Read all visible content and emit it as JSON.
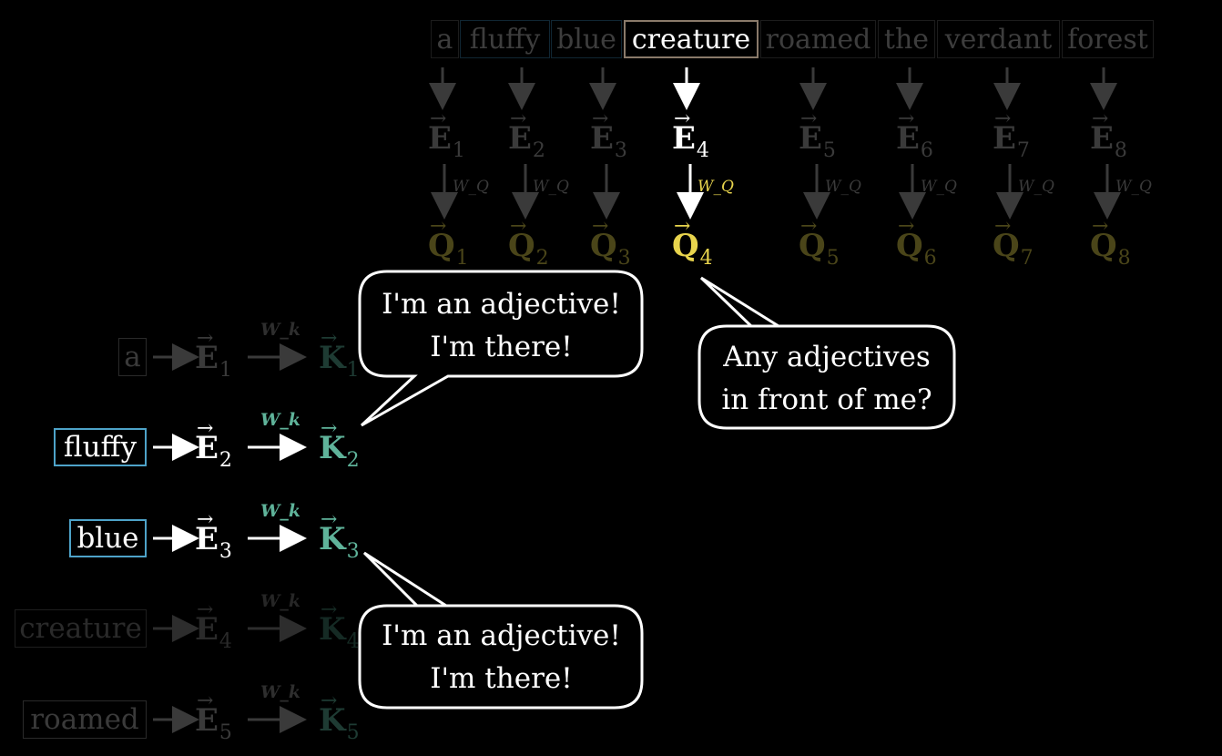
{
  "words": [
    "a",
    "fluffy",
    "blue",
    "creature",
    "roamed",
    "the",
    "verdant",
    "forest"
  ],
  "embed_labels": [
    "E1",
    "E2",
    "E3",
    "E4",
    "E5",
    "E6",
    "E7",
    "E8"
  ],
  "query_labels": [
    "Q1",
    "Q2",
    "Q3",
    "Q4",
    "Q5",
    "Q6",
    "Q7",
    "Q8"
  ],
  "embed_symbol": "E",
  "query_symbol": "Q",
  "key_symbol": "K",
  "subscripts": [
    "1",
    "2",
    "3",
    "4",
    "5",
    "6",
    "7",
    "8"
  ],
  "query_weight": "W_Q",
  "key_weight": "W_k",
  "key_rows": [
    {
      "word": "a",
      "sub": "1"
    },
    {
      "word": "fluffy",
      "sub": "2"
    },
    {
      "word": "blue",
      "sub": "3"
    },
    {
      "word": "creature",
      "sub": "4"
    },
    {
      "word": "roamed",
      "sub": "5"
    }
  ],
  "bubble_top": {
    "line1": "I'm an adjective!",
    "line2": "I'm there!"
  },
  "bubble_query": {
    "line1": "Any adjectives",
    "line2": "in front of me?"
  },
  "bubble_bottom": {
    "line1": "I'm an adjective!",
    "line2": "I'm there!"
  },
  "colors": {
    "query": "#e8d44d",
    "key": "#5fb39a",
    "adjective_box": "#4ea3c9",
    "dim": "#3a3a3a"
  }
}
